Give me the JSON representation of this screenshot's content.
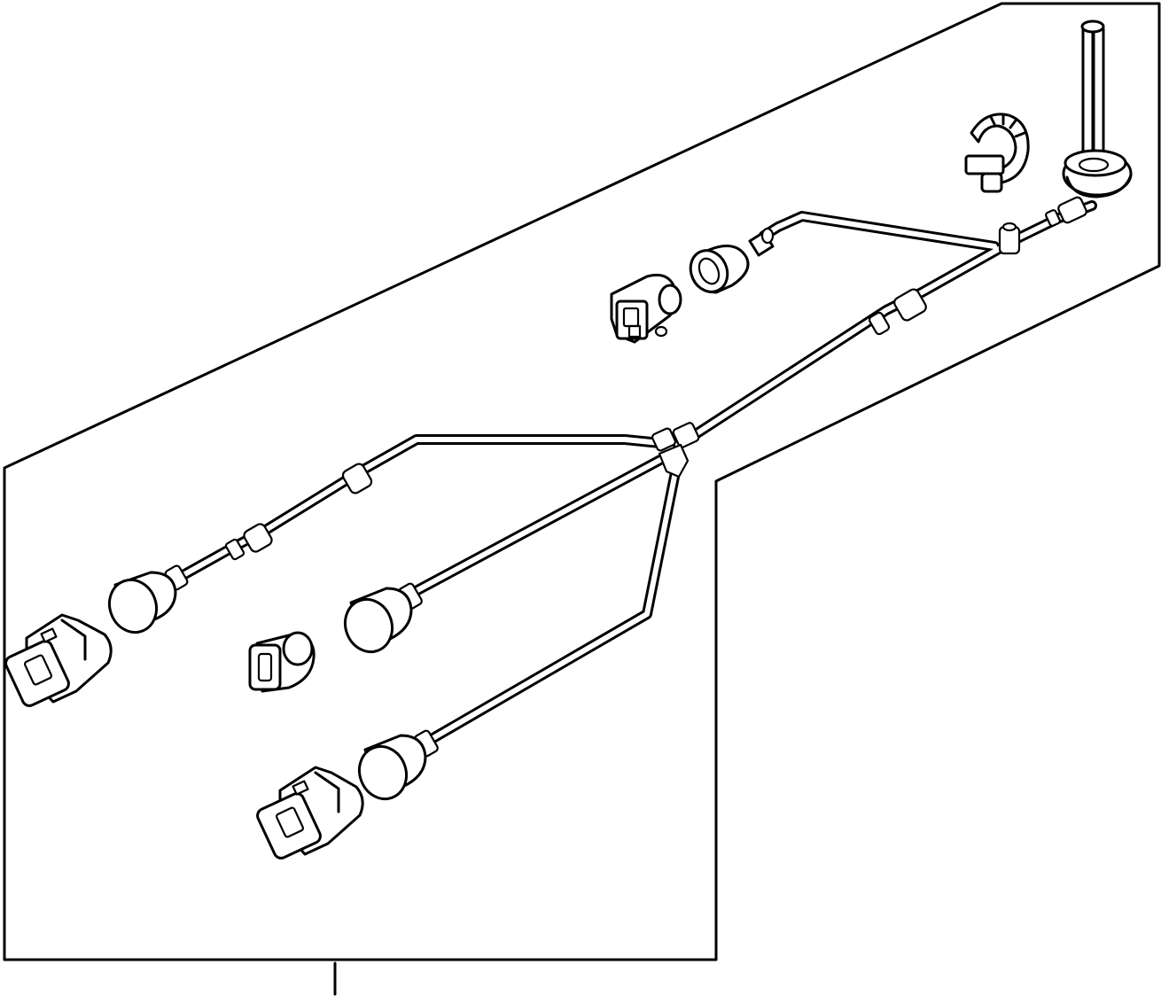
{
  "diagram": {
    "kind": "exploded-parts-illustration",
    "subject_icon": "wiring-harness-icon",
    "callouts": [],
    "parts": [
      {
        "id": "harness",
        "icon": "wiring-harness-icon"
      },
      {
        "id": "grommet",
        "icon": "grommet-icon"
      },
      {
        "id": "retaining-clip",
        "icon": "clip-icon"
      },
      {
        "id": "connector-upper",
        "icon": "connector-icon"
      },
      {
        "id": "sensor-plug-upper",
        "icon": "sensor-plug-icon"
      },
      {
        "id": "connector-left",
        "icon": "connector-icon"
      },
      {
        "id": "sensor-plug-left",
        "icon": "sensor-plug-icon"
      },
      {
        "id": "cap",
        "icon": "cap-icon"
      },
      {
        "id": "sensor-plug-middle",
        "icon": "sensor-plug-icon"
      },
      {
        "id": "connector-lower",
        "icon": "connector-icon"
      },
      {
        "id": "sensor-plug-lower",
        "icon": "sensor-plug-icon"
      }
    ]
  }
}
